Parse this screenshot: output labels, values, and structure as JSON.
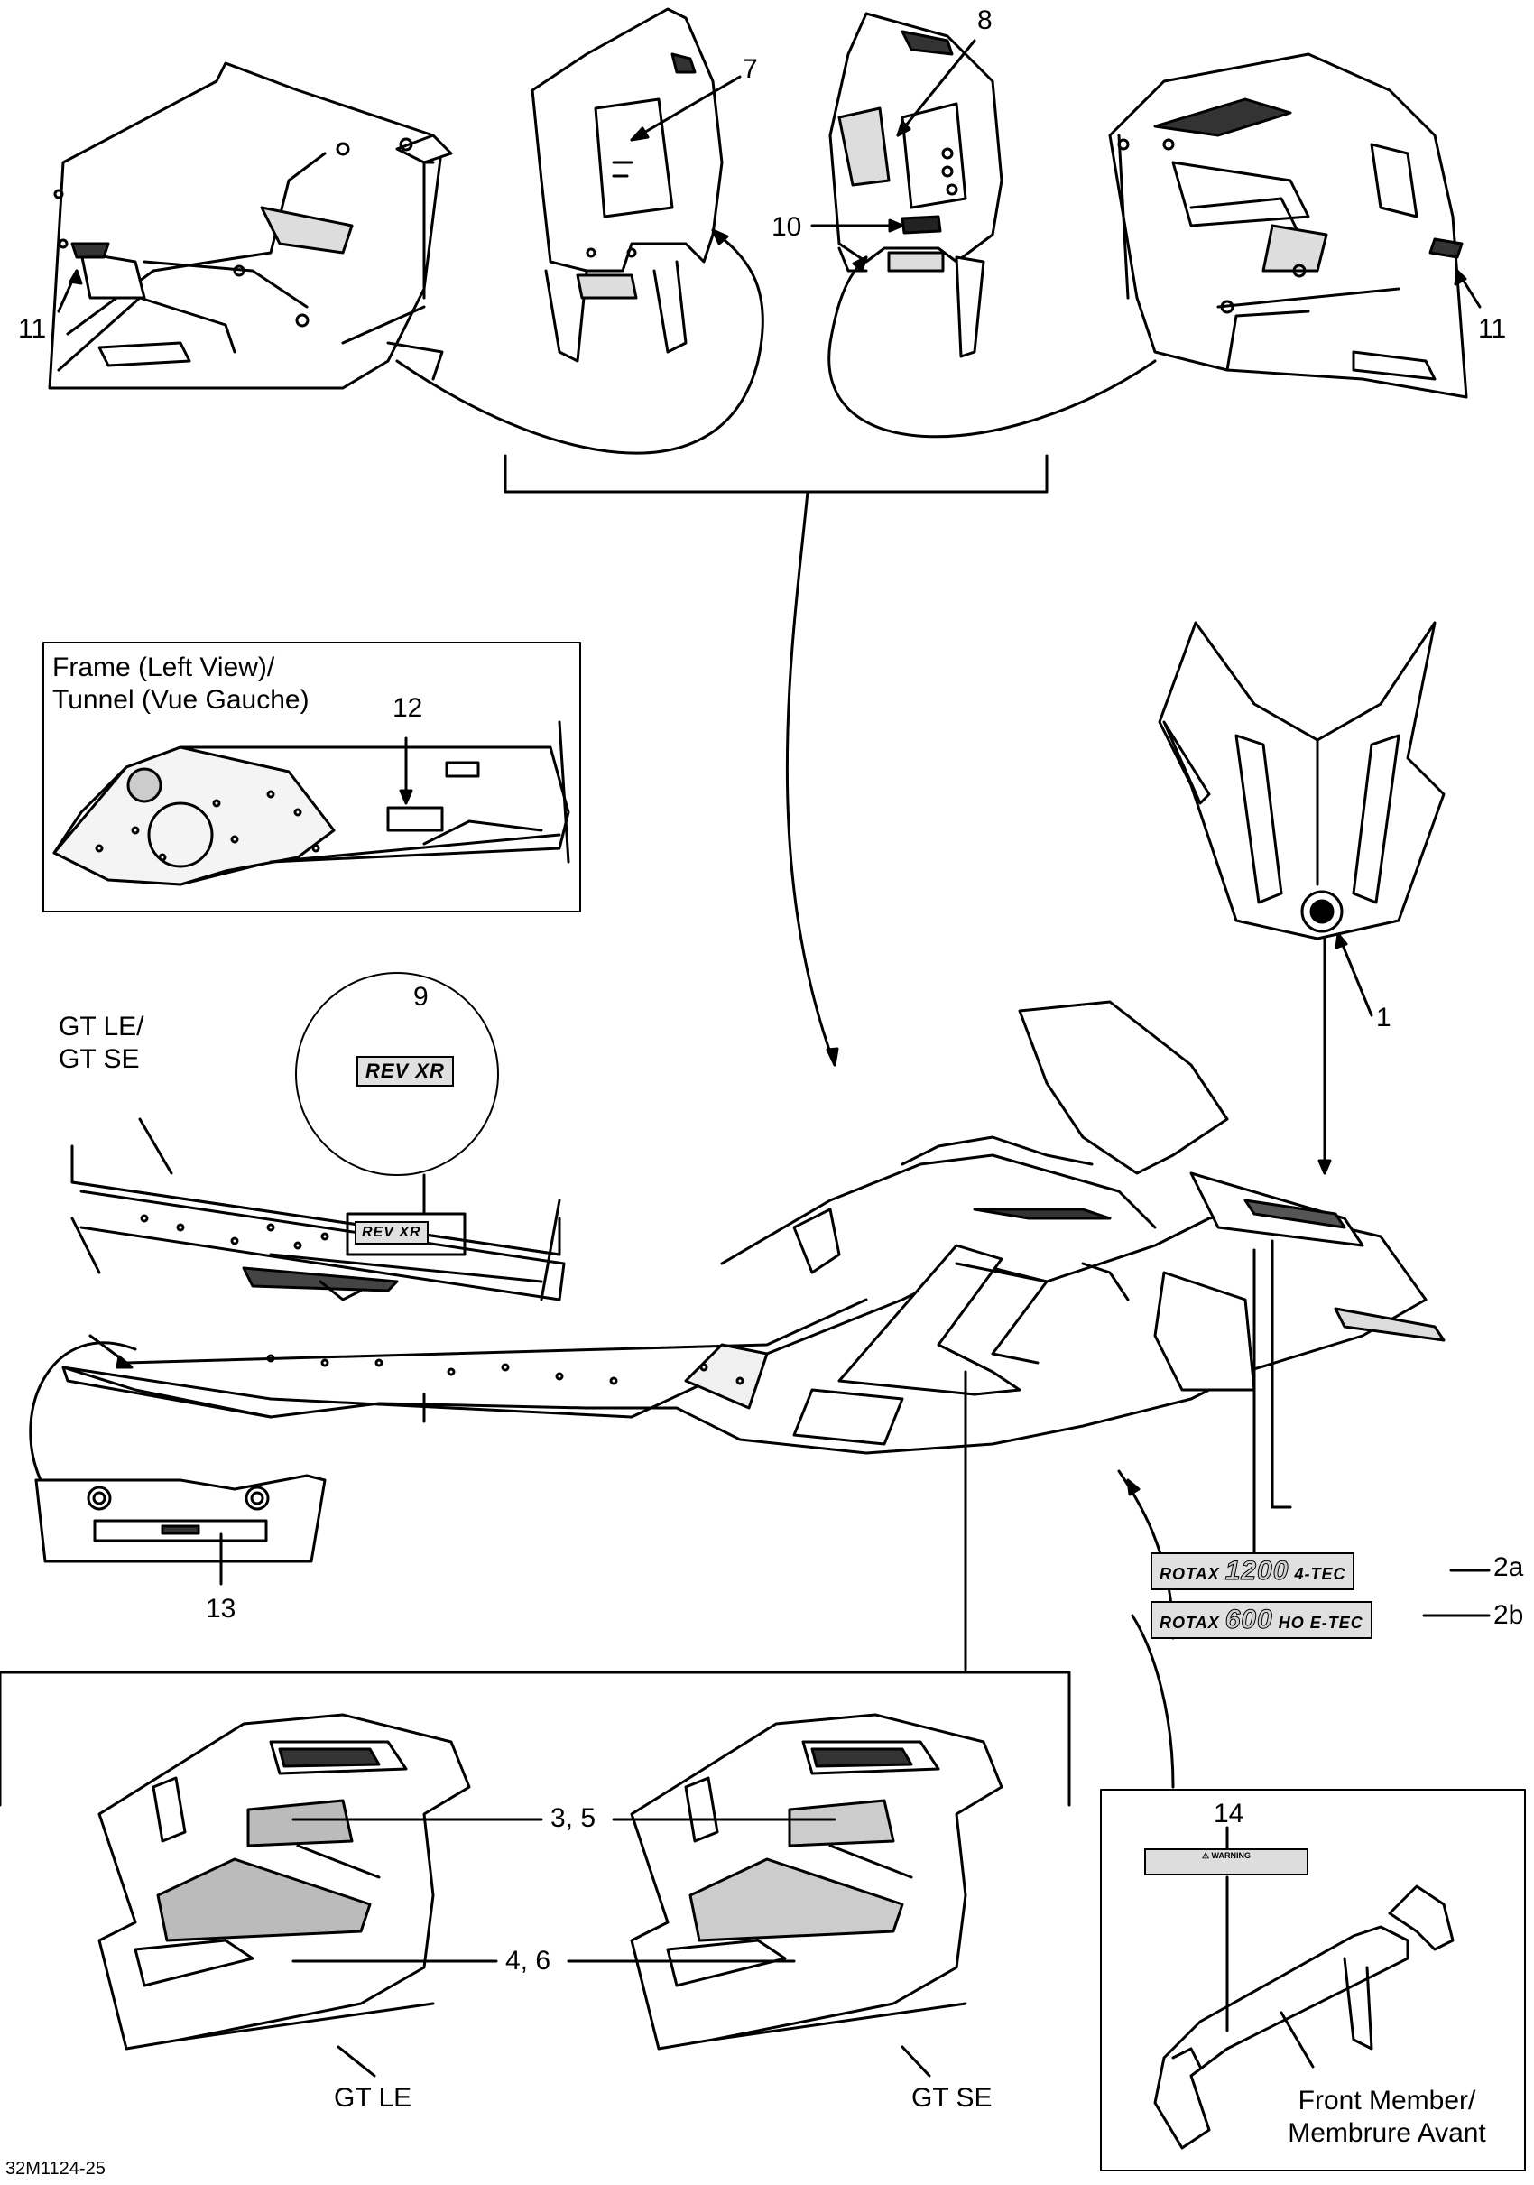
{
  "callouts": {
    "c1": "1",
    "c2a": "2a",
    "c2b": "2b",
    "c35": "3, 5",
    "c46": "4, 6",
    "c7": "7",
    "c8": "8",
    "c9": "9",
    "c10": "10",
    "c11_left": "11",
    "c11_right": "11",
    "c12": "12",
    "c13": "13",
    "c14": "14"
  },
  "frame_box": {
    "line1": "Frame (Left View)/",
    "line2": "Tunnel (Vue Gauche)"
  },
  "tunnel_label": {
    "line1": "GT LE/",
    "line2": "GT SE"
  },
  "variant_labels": {
    "gt_le": "GT LE",
    "gt_se": "GT SE"
  },
  "front_member": {
    "line1": "Front Member/",
    "line2": "Membrure Avant"
  },
  "decals": {
    "rotax_1200_prefix": "ROTAX",
    "rotax_1200_number": "1200",
    "rotax_1200_suffix": "4-TEC",
    "rotax_600_prefix": "ROTAX",
    "rotax_600_number": "600",
    "rotax_600_suffix": "HO E-TEC",
    "rev_xr": "REV XR",
    "warning": "⚠ WARNING"
  },
  "reference_code": "32M1124-25"
}
